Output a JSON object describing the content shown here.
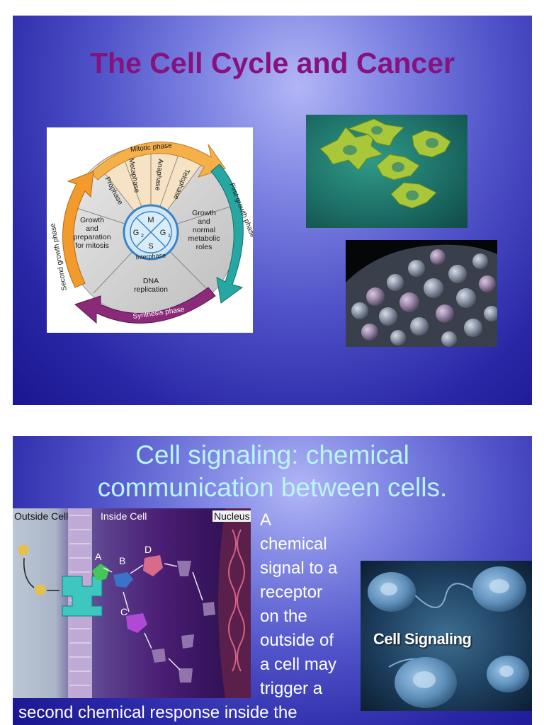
{
  "slide1": {
    "title": "The Cell Cycle and Cancer",
    "diagram": {
      "mitotic_phase": "Mitotic phase",
      "prophase": "Prophase",
      "metaphase": "Metaphase",
      "anaphase": "Anaphase",
      "telophase": "Telophase",
      "growth_prep": [
        "Growth",
        "and",
        "preparation",
        "for mitosis"
      ],
      "growth_normal": [
        "Growth",
        "and",
        "normal",
        "metabolic",
        "roles"
      ],
      "dna": [
        "DNA",
        "replication"
      ],
      "center_m": "M",
      "center_g2": "G",
      "center_g1": "G",
      "sub_g2": "2",
      "sub_g1": "1",
      "center_s": "S",
      "interphase": "Interphase",
      "first_growth": "First growth phase",
      "second_growth": "Second growth phase",
      "synthesis": "Synthesis phase"
    }
  },
  "slide2": {
    "title_line1": "Cell signaling:  chemical",
    "title_line2": "communication between cells.",
    "signal_labels": {
      "outside": "Outside Cell",
      "inside": "Inside Cell",
      "nucleus": "Nucleus",
      "a": "A",
      "b": "B",
      "c": "C",
      "d": "D"
    },
    "body_lines": [
      "A",
      "chemical",
      "signal to a",
      "receptor",
      "on the",
      "outside of",
      "a cell may",
      "trigger a"
    ],
    "body_continuation": "second chemical response inside the",
    "cell_signaling_label": "Cell Signaling"
  },
  "colors": {
    "title_purple": "#86127e",
    "title_cyan": "#b9f6ff",
    "mitotic_arrow": "#f5b04a",
    "first_growth_arrow": "#27a7a1",
    "synthesis_arrow": "#8c2a7a",
    "second_growth_arrow": "#f39a2c"
  }
}
